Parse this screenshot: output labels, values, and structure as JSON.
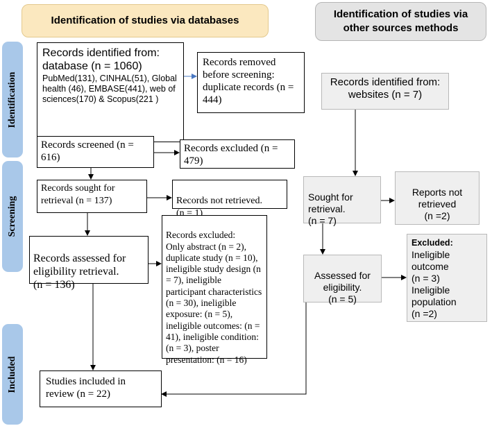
{
  "headers": {
    "databases": "Identification of studies via databases",
    "other_sources": "Identification of studies via other sources methods"
  },
  "stages": {
    "identification": "Identification",
    "screening": "Screening",
    "included": "Included"
  },
  "databases": {
    "records_identified": {
      "line1": "Records identified from:",
      "line2": "database (n = 1060)",
      "line3": "PubMed(131), CINHAL(51), Global health (46), EMBASE(441), web of sciences(170) & Scopus(221 )"
    },
    "records_removed": "Records removed before screening: duplicate records (n = 444)",
    "records_screened": "Records screened (n = 616)",
    "records_excluded_screen": "Records excluded (n = 479)",
    "records_sought": "Records sought for retrieval (n = 137)",
    "records_not_retrieved": "Records not retrieved.\n (n = 1)",
    "records_assessed": "Records assessed for eligibility retrieval.\n(n = 136)",
    "records_excluded_eligibility": "Records excluded:\nOnly abstract (n = 2), duplicate study (n = 10), ineligible study design (n = 7), ineligible participant characteristics (n = 30), ineligible exposure: (n = 5), ineligible outcomes: (n = 41), ineligible condition: (n = 3), poster presentation: (n = 16)",
    "studies_included": "Studies included in review (n = 22)"
  },
  "other_sources": {
    "records_identified": "Records identified from: websites (n = 7)",
    "sought": "Sought for retrieval.\n(n = 7)",
    "reports_not_retrieved": "Reports not retrieved\n(n =2)",
    "assessed": "Assessed for eligibility.\n(n = 5)",
    "excluded_title": "Excluded:",
    "excluded_body": "Ineligible outcome\n(n = 3)\nIneligible population\n(n =2)"
  },
  "colors": {
    "db_header_fill": "#fbe8bf",
    "db_header_border": "#e3c98e",
    "other_header_fill": "#e4e4e4",
    "other_header_border": "#b5b5b5",
    "stage_fill": "#a9c8e9",
    "gray_box_fill": "#efefef",
    "gray_box_border": "#b8b8b8",
    "line": "#000000",
    "arrow_blue": "#4a78c2"
  }
}
